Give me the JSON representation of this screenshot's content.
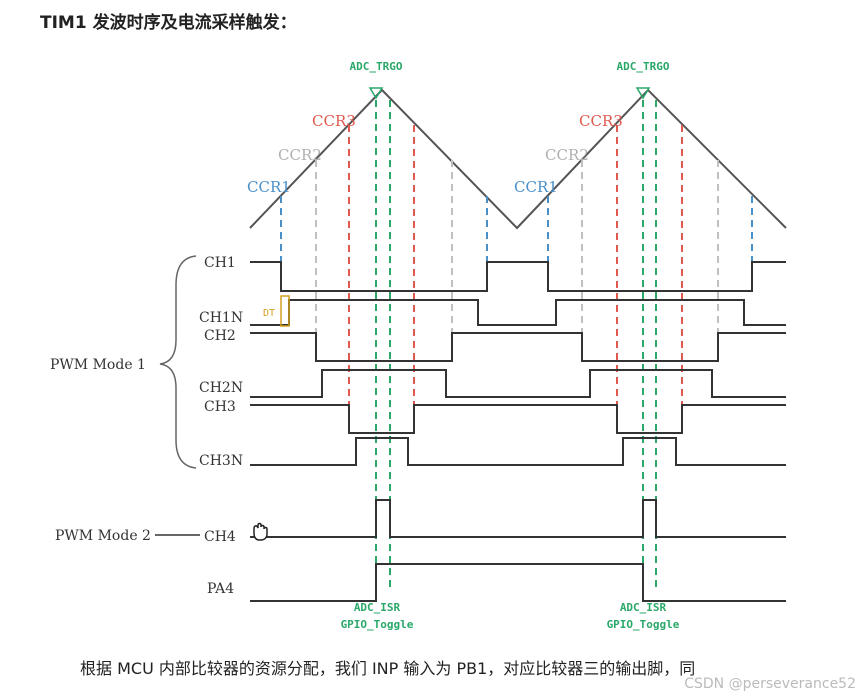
{
  "title": "TIM1 发波时序及电流采样触发：",
  "caption": "根据 MCU 内部比较器的资源分配，我们 INP 输入为 PB1，对应比较器三的输出脚，同",
  "watermark": "CSDN @perseverance52",
  "carrier": {
    "ccr_labels": {
      "ccr1": "CCR1",
      "ccr2": "CCR2",
      "ccr3": "CCR3"
    },
    "trigger_label": "ADC_TRGO",
    "dead_time_label": "DT"
  },
  "groups": {
    "pwm_mode_1": "PWM Mode 1",
    "pwm_mode_2": "PWM Mode 2"
  },
  "signals": {
    "ch1": "CH1",
    "ch1n": "CH1N",
    "ch2": "CH2",
    "ch2n": "CH2N",
    "ch3": "CH3",
    "ch3n": "CH3N",
    "ch4": "CH4",
    "pa4": "PA4"
  },
  "events": {
    "adc_isr": "ADC_ISR",
    "gpio_toggle": "GPIO_Toggle"
  },
  "colors": {
    "ccr1": "#4a90c8",
    "ccr2": "#b8b8b8",
    "ccr3": "#e05a50",
    "adc": "#2aa86a",
    "dead_time": "#d4a020",
    "trace": "#333333"
  }
}
